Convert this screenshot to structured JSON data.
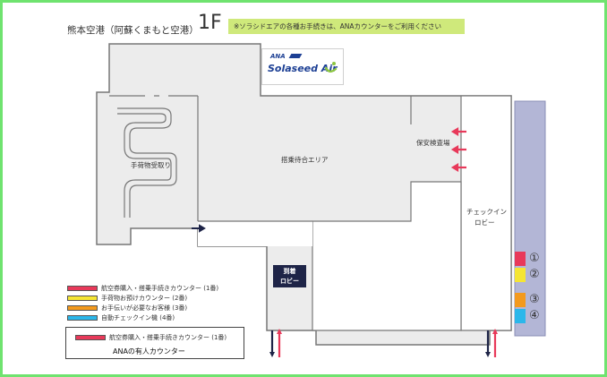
{
  "header": {
    "title": "熊本空港（阿蘇くまもと空港）",
    "floor": "1F",
    "notice": "※ソラシドエアの各種お手続きは、ANAカウンターをご利用ください"
  },
  "logo": {
    "ana_text": "ANA",
    "brand_text": "Solaseed Air",
    "ana_color": "#1c3f94",
    "smile_color": "#8cc63f"
  },
  "areas": {
    "baggage_claim": "手荷物受取り",
    "boarding_waiting": "搭乗待合エリア",
    "security_check": "保安検査場",
    "checkin_lobby_1": "チェックイン",
    "checkin_lobby_2": "ロビー",
    "arrival_lobby_1": "到着",
    "arrival_lobby_2": "ロビー"
  },
  "counters": [
    {
      "number": "1",
      "symbol": "①",
      "color": "#e8395a"
    },
    {
      "number": "2",
      "symbol": "②",
      "color": "#f5e534"
    },
    {
      "number": "3",
      "symbol": "③",
      "color": "#f39a1e"
    },
    {
      "number": "4",
      "symbol": "④",
      "color": "#2bb7ea"
    }
  ],
  "legend": [
    {
      "label": "航空券購入・搭乗手続きカウンター (1番)",
      "color": "#e8395a"
    },
    {
      "label": "手荷物お預けカウンター (2番)",
      "color": "#f5e534"
    },
    {
      "label": "お手伝いが必要なお客様 (3番)",
      "color": "#f39a1e"
    },
    {
      "label": "自動チェックイン機 (4番)",
      "color": "#2bb7ea"
    }
  ],
  "legend_box": {
    "item": "航空券購入・搭乗手続きカウンター (1番)",
    "item_color": "#e8395a",
    "caption": "ANAの有人カウンター"
  },
  "colors": {
    "frame": "#6fe36f",
    "floor_fill": "#ececec",
    "wall": "#777777",
    "counter_strip": "#b3b6d6",
    "arrow_red": "#e8395a",
    "arrow_navy": "#1e2447"
  }
}
